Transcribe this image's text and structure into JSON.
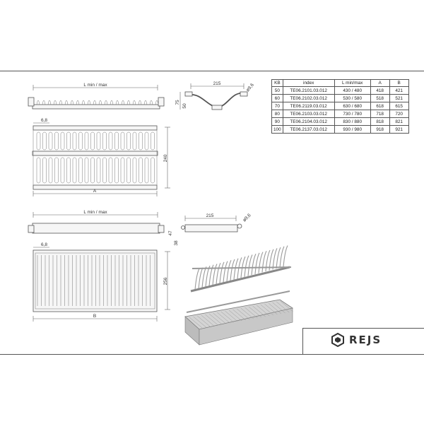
{
  "drawing_top": {
    "label_lminmax": "L min / max",
    "label_6_8": "6,8",
    "label_240": "240",
    "label_A": "A",
    "label_215": "215",
    "label_75": "75",
    "label_50": "50",
    "label_phi": "ø9,6"
  },
  "drawing_bottom": {
    "label_lminmax": "L min / max",
    "label_6_8": "6,8",
    "label_256": "256",
    "label_B": "B",
    "label_215": "215",
    "label_47": "47",
    "label_38": "38",
    "label_phi": "ø9,6"
  },
  "table": {
    "headers": [
      "KB",
      "index",
      "L min/max",
      "A",
      "B"
    ],
    "rows": [
      [
        "50",
        "TE06.2101.03.012",
        "430 / 480",
        "418",
        "421"
      ],
      [
        "60",
        "TE06.2102.03.012",
        "530 / 580",
        "518",
        "521"
      ],
      [
        "70",
        "TE06.2119.03.012",
        "630 / 680",
        "618",
        "615"
      ],
      [
        "80",
        "TE06.2103.03.012",
        "730 / 780",
        "718",
        "720"
      ],
      [
        "90",
        "TE06.2104.03.012",
        "830 / 880",
        "818",
        "821"
      ],
      [
        "100",
        "TE06.2137.03.012",
        "930 / 980",
        "918",
        "921"
      ]
    ]
  },
  "brand": {
    "name": "REJS",
    "logo_icon": "hexagon-logo-icon"
  }
}
